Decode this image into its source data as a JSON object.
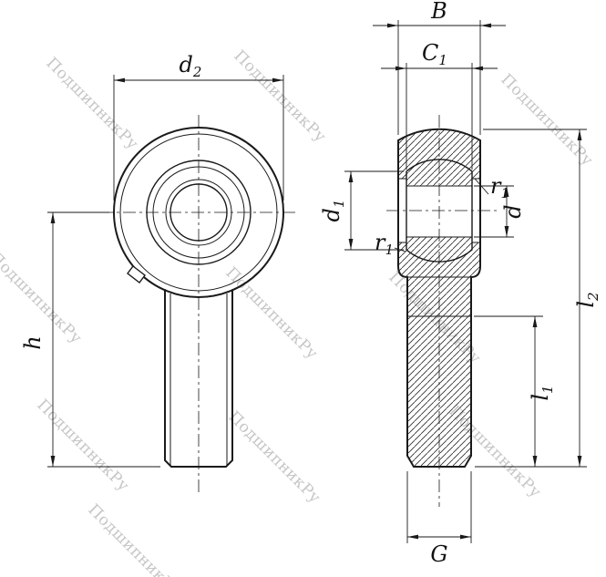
{
  "page": {
    "background": "#ffffff"
  },
  "watermark": {
    "text": "ПодшипникРу",
    "color": "#c6c6c6"
  },
  "drawing": {
    "line_color": "#1a1a1a",
    "views": {
      "front": "rod-end-front-view",
      "side": "rod-end-section-view"
    },
    "dimensions": {
      "d2": {
        "base": "d",
        "sub": "2"
      },
      "h": {
        "base": "h",
        "sub": ""
      },
      "B": {
        "base": "B",
        "sub": ""
      },
      "C1": {
        "base": "C",
        "sub": "1"
      },
      "d1": {
        "base": "d",
        "sub": "1"
      },
      "d": {
        "base": "d",
        "sub": ""
      },
      "r1a": {
        "base": "r",
        "sub": "1"
      },
      "r1b": {
        "base": "r",
        "sub": "1"
      },
      "l2": {
        "base": "l",
        "sub": "2"
      },
      "l1": {
        "base": "l",
        "sub": "1"
      },
      "G": {
        "base": "G",
        "sub": ""
      }
    }
  }
}
